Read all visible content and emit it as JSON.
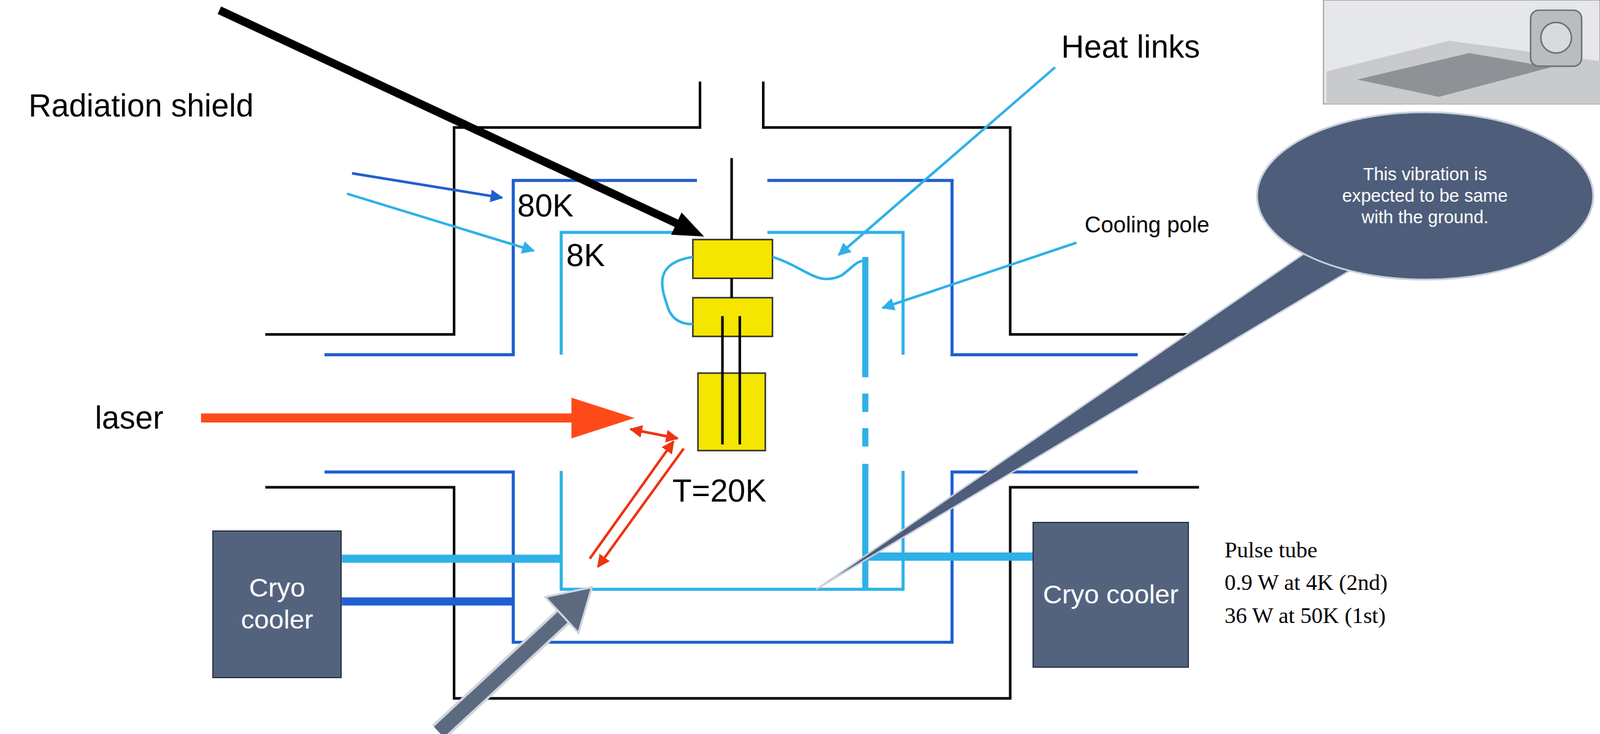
{
  "diagram": {
    "nodes": [
      {
        "text": [
          "This vibration is expected to be same with the ground."
        ]
      },
      {
        "text": [
          "Cryo cooler"
        ]
      },
      {
        "text": [
          "Cryo cooler"
        ]
      }
    ],
    "labels": [
      "Radiation shield",
      "80K",
      "8K",
      "Heat links",
      "Cooling pole",
      "laser",
      "T=20K",
      "Pulse tube",
      "0.9 W at 4K (2nd)",
      "36 W at 50K (1st)"
    ]
  }
}
